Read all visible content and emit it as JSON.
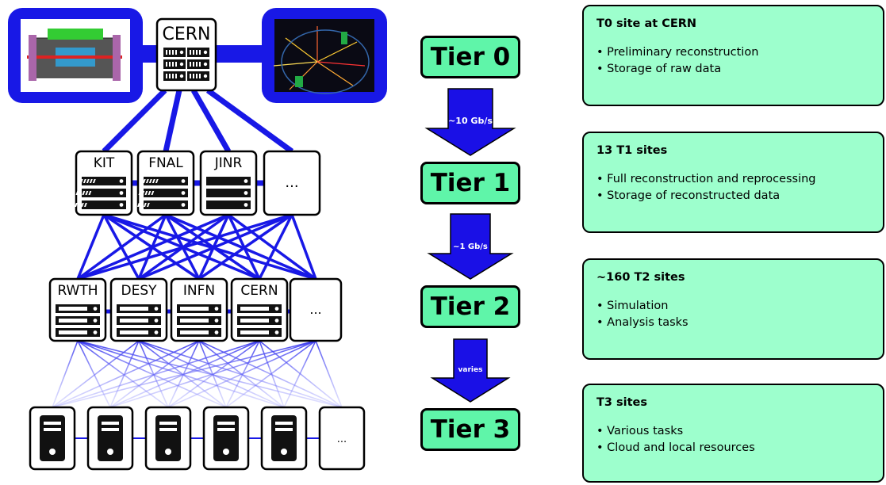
{
  "tier0": {
    "central": "CERN",
    "side_images": [
      "detector-image",
      "collision-event-image"
    ]
  },
  "tier1": {
    "sites": [
      "KIT",
      "FNAL",
      "JINR",
      "..."
    ]
  },
  "tier2": {
    "sites": [
      "RWTH",
      "DESY",
      "INFN",
      "CERN",
      "..."
    ]
  },
  "tier3": {
    "more_label": "..."
  },
  "tiers": [
    {
      "label": "Tier 0"
    },
    {
      "label": "Tier 1"
    },
    {
      "label": "Tier 2"
    },
    {
      "label": "Tier 3"
    }
  ],
  "arrows": [
    {
      "label": "~10 Gb/s"
    },
    {
      "label": "~1 Gb/s"
    },
    {
      "label": "varies"
    }
  ],
  "panels": [
    {
      "title": "T0 site at CERN",
      "items": [
        "Preliminary reconstruction",
        "Storage of raw data"
      ]
    },
    {
      "title": "13 T1 sites",
      "items": [
        "Full reconstruction and reprocessing",
        "Storage of reconstructed data"
      ]
    },
    {
      "title": "~160 T2 sites",
      "items": [
        "Simulation",
        "Analysis tasks"
      ]
    },
    {
      "title": "T3 sites",
      "items": [
        "Various tasks",
        "Cloud and local resources"
      ]
    }
  ],
  "colors": {
    "link_blue": "#1818e6",
    "tier_green": "#5ff5a9",
    "panel_green": "#9dffcd",
    "arrow_blue": "#1a10e6"
  }
}
